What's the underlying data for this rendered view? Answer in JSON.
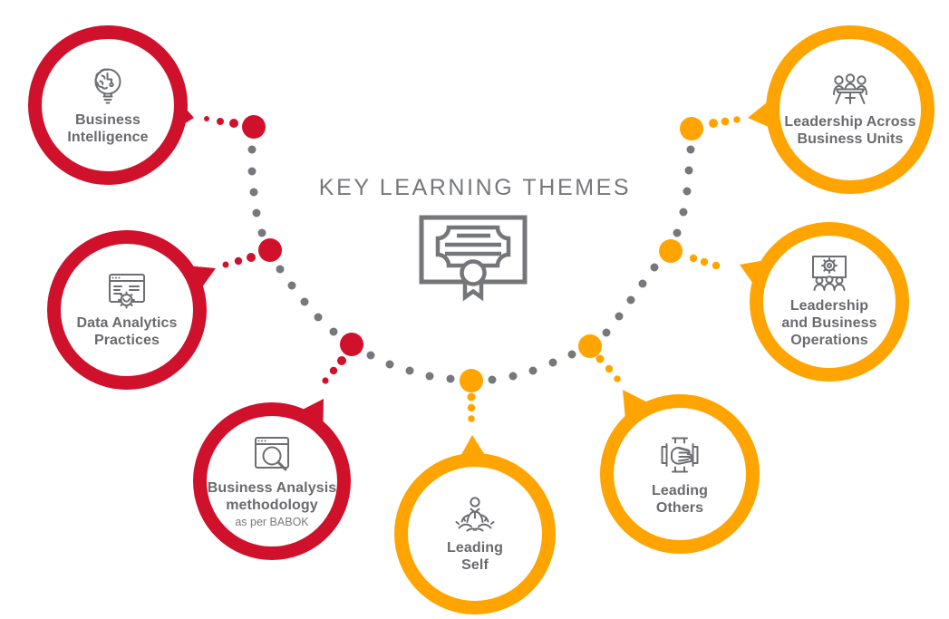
{
  "title": "KEY LEARNING THEMES",
  "center_icon": "certificate-icon",
  "colors": {
    "red": "#D0112B",
    "orange": "#FFA400",
    "text_gray": "#6D6E71",
    "dot_gray": "#77787B"
  },
  "themes": [
    {
      "label": "Business Intelligence",
      "color": "red",
      "icon": "brain-lightbulb-icon"
    },
    {
      "label": "Data Analytics Practices",
      "color": "red",
      "icon": "analytics-window-gear-icon"
    },
    {
      "label": "Business Analysis methodology",
      "sublabel": "as per BABOK",
      "color": "red",
      "icon": "window-magnifier-icon"
    },
    {
      "label": "Leading Self",
      "color": "orange",
      "icon": "person-rising-icon"
    },
    {
      "label": "Leading Others",
      "color": "orange",
      "icon": "hands-together-icon"
    },
    {
      "label": "Leadership and Business Operations",
      "color": "orange",
      "icon": "presentation-audience-icon"
    },
    {
      "label": "Leadership Across Business Units",
      "color": "orange",
      "icon": "meeting-table-icon"
    }
  ]
}
